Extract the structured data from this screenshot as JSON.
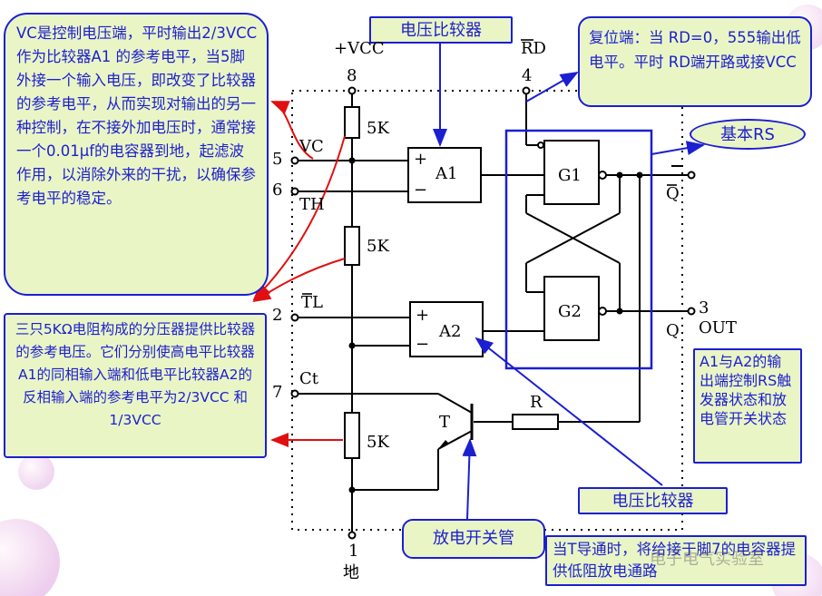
{
  "callouts": {
    "vc_note": "VC是控制电压端，平时输出2/3VCC作为比较器A1 的参考电平，当5脚外接一个输入电压，即改变了比较器的参考电平，从而实现对输出的另一种控制，在不接外加电压时，通常接一个0.01μf的电容器到地，起滤波作用，以消除外来的干扰，以确保参考电平的稳定。",
    "top_comparator": "电压比较器",
    "reset_note": "复位端：当 RD=0，555输出低电平。平时 RD端开路或接VCC",
    "basic_rs": "基本RS",
    "divider_note": "三只5KΩ电阻构成的分压器提供比较器的参考电压。它们分别使高电平比较器A1的同相输入端和低电平比较器A2的反相输入端的参考电平为2/3VCC 和1/3VCC",
    "outputs_note": "A1与A2的输出端控制RS触发器状态和放电管开关状态",
    "bottom_comparator": "电压比较器",
    "discharge": "放电开关管",
    "discharge_note": "当T导通时，将给接于脚7的电容器提供低阻放电通路"
  },
  "pins": {
    "vcc": "+VCC",
    "pin8": "8",
    "rd": "RD",
    "pin4": "4",
    "pin5": "5",
    "vc": "VC",
    "pin6": "6",
    "th": "TH",
    "pin2": "2",
    "tl": "TL",
    "pin7": "7",
    "ct": "Ct",
    "pin1": "1",
    "gnd": "地",
    "pin3": "3",
    "out": "OUT",
    "qbar": "Q",
    "q": "Q"
  },
  "components": {
    "r1": "5K",
    "r2": "5K",
    "r3": "5K",
    "a1": "A1",
    "a2": "A2",
    "g1": "G1",
    "g2": "G2",
    "t": "T",
    "r": "R",
    "plus1": "+",
    "minus1": "−",
    "plus2": "+",
    "minus2": "−"
  },
  "watermark": "电子电气实验室",
  "colors": {
    "callout_fill": "#eaf5c6",
    "callout_border": "#1b1fd0",
    "callout_text": "#1b1fd0",
    "red_arrow": "#e01010"
  }
}
